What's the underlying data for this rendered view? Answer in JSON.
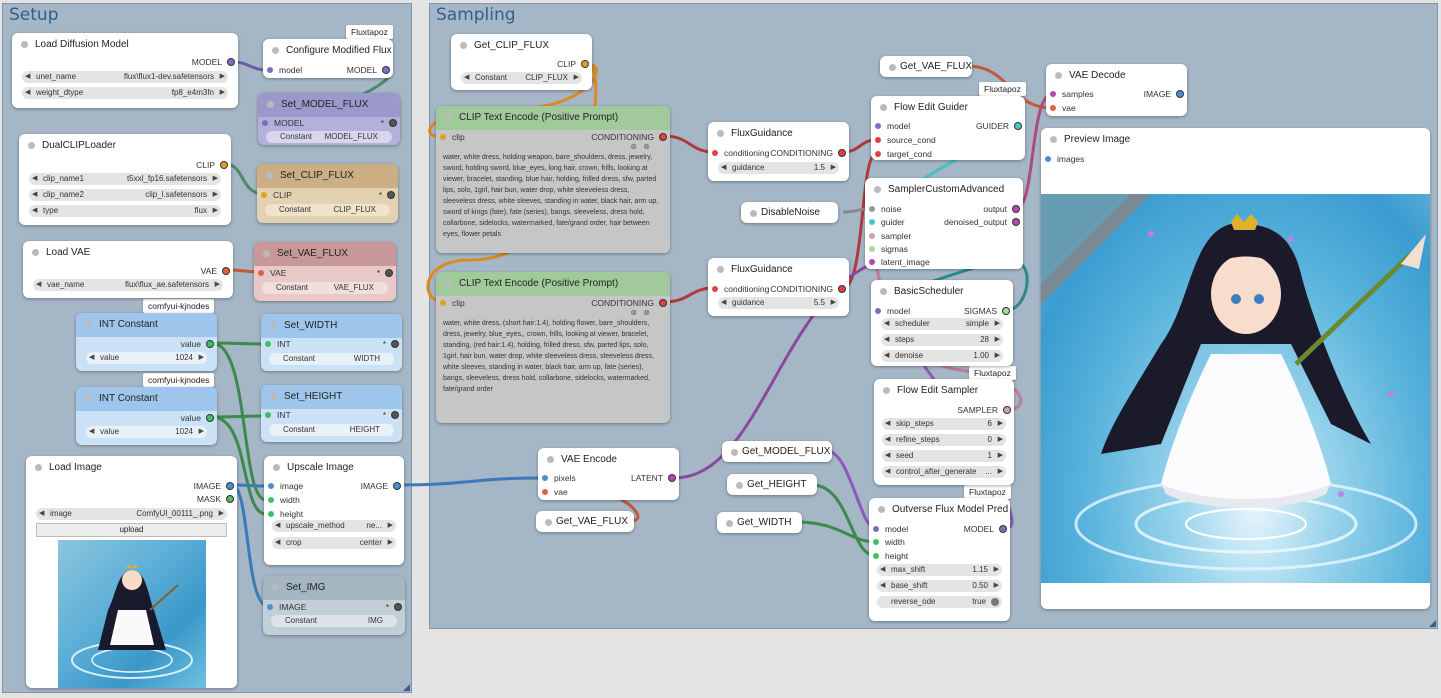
{
  "groups": {
    "setup": "Setup",
    "sampling": "Sampling"
  },
  "tags": {
    "fluxtapoz": "Fluxtapoz",
    "kjnodes": "comfyui-kjnodes"
  },
  "nodes": {
    "load_diffusion": {
      "title": "Load Diffusion Model",
      "out": "MODEL",
      "unet_name": "unet_name",
      "unet_val": "flux\\flux1-dev.safetensors",
      "dtype_name": "weight_dtype",
      "dtype_val": "fp8_e4m3fn"
    },
    "configure_flux": {
      "title": "Configure Modified Flux",
      "in": "model",
      "out": "MODEL"
    },
    "set_model": {
      "title": "Set_MODEL_FLUX",
      "in": "MODEL",
      "star": "*",
      "const": "Constant",
      "const_val": "MODEL_FLUX"
    },
    "dualclip": {
      "title": "DualCLIPLoader",
      "out": "CLIP",
      "c1": "clip_name1",
      "c1v": "t5xxl_fp16.safetensors",
      "c2": "clip_name2",
      "c2v": "clip_l.safetensors",
      "t": "type",
      "tv": "flux"
    },
    "set_clip": {
      "title": "Set_CLIP_FLUX",
      "in": "CLIP",
      "star": "*",
      "const": "Constant",
      "const_val": "CLIP_FLUX"
    },
    "load_vae": {
      "title": "Load VAE",
      "out": "VAE",
      "name": "vae_name",
      "val": "flux\\flux_ae.safetensors"
    },
    "set_vae": {
      "title": "Set_VAE_FLUX",
      "in": "VAE",
      "star": "*",
      "const": "Constant",
      "const_val": "VAE_FLUX"
    },
    "int1": {
      "title": "INT Constant",
      "out": "value",
      "name": "value",
      "val": "1024"
    },
    "set_width": {
      "title": "Set_WIDTH",
      "in": "INT",
      "star": "*",
      "const": "Constant",
      "const_val": "WIDTH"
    },
    "int2": {
      "title": "INT Constant",
      "out": "value",
      "name": "value",
      "val": "1024"
    },
    "set_height": {
      "title": "Set_HEIGHT",
      "in": "INT",
      "star": "*",
      "const": "Constant",
      "const_val": "HEIGHT"
    },
    "load_image": {
      "title": "Load Image",
      "out1": "IMAGE",
      "out2": "MASK",
      "name": "image",
      "val": "ComfyUI_00111_.png",
      "upload": "upload"
    },
    "upscale": {
      "title": "Upscale Image",
      "in1": "image",
      "in2": "width",
      "in3": "height",
      "out": "IMAGE",
      "m": "upscale_method",
      "mv": "ne...",
      "c": "crop",
      "cv": "center"
    },
    "set_img": {
      "title": "Set_IMG",
      "in": "IMAGE",
      "star": "*",
      "const": "Constant",
      "const_val": "IMG"
    },
    "get_clip": {
      "title": "Get_CLIP_FLUX",
      "out": "CLIP",
      "const": "Constant",
      "const_val": "CLIP_FLUX"
    },
    "clip_pos1": {
      "title": "CLIP Text Encode (Positive Prompt)",
      "in": "clip",
      "out": "CONDITIONING",
      "text": "water, white dress, holding weapon, bare_shoulders, dress, jewelry, sword, holding sword, blue_eyes, long hair, crown, frills, looking at viewer, bracelet, standing, blue hair, holding, frilled dress, sfw, parted lips, solo, 1girl, hair bun, water drop, white sleeveless dress, sleeveless dress, white sleeves, standing in water, black hair, arm up, sword of kings (fate), fate (series), bangs, sleeveless, dress hold, collarbone, sidelocks, watermarked, fate/grand order, hair between eyes, flower petals"
    },
    "clip_pos2": {
      "title": "CLIP Text Encode (Positive Prompt)",
      "in": "clip",
      "out": "CONDITIONING",
      "text": "water, white dress,  (short hair:1.4), holding flower, bare_shoulders, dress, jewelry, blue_eyes,, crown, frills, looking at viewer, bracelet, standing, (red hair:1.4), holding, frilled dress, sfw, parted lips, solo, 1girl, hair bun, water drop, white sleeveless dress, sleeveless dress, white sleeves, standing in water, black hair, arm up, fate (series), bangs, sleeveless, dress hold, collarbone, sidelocks, watermarked, fate/grand order"
    },
    "flux_guid1": {
      "title": "FluxGuidance",
      "in": "conditioning",
      "out": "CONDITIONING",
      "name": "guidance",
      "val": "1.5"
    },
    "flux_guid2": {
      "title": "FluxGuidance",
      "in": "conditioning",
      "out": "CONDITIONING",
      "name": "guidance",
      "val": "5.5"
    },
    "get_vae1": {
      "title": "Get_VAE_FLUX"
    },
    "flow_guider": {
      "title": "Flow Edit Guider",
      "in1": "model",
      "in2": "source_cond",
      "in3": "target_cond",
      "out": "GUIDER"
    },
    "vae_decode": {
      "title": "VAE Decode",
      "in1": "samples",
      "in2": "vae",
      "out": "IMAGE"
    },
    "preview": {
      "title": "Preview Image",
      "in": "images"
    },
    "disable_noise": {
      "title": "DisableNoise"
    },
    "sampler_adv": {
      "title": "SamplerCustomAdvanced",
      "in1": "noise",
      "in2": "guider",
      "in3": "sampler",
      "in4": "sigmas",
      "in5": "latent_image",
      "out1": "output",
      "out2": "denoised_output"
    },
    "basic_sched": {
      "title": "BasicScheduler",
      "in": "model",
      "out": "SIGMAS",
      "s": "scheduler",
      "sv": "simple",
      "st": "steps",
      "stv": "28",
      "d": "denoise",
      "dv": "1.00"
    },
    "flow_sampler": {
      "title": "Flow Edit Sampler",
      "out": "SAMPLER",
      "a": "skip_steps",
      "av": "6",
      "b": "refine_steps",
      "bv": "0",
      "c": "seed",
      "cv": "1",
      "d": "control_after_generate",
      "dv": "..."
    },
    "vae_encode": {
      "title": "VAE Encode",
      "in1": "pixels",
      "in2": "vae",
      "out": "LATENT"
    },
    "get_vae2": {
      "title": "Get_VAE_FLUX"
    },
    "get_model": {
      "title": "Get_MODEL_FLUX"
    },
    "get_height": {
      "title": "Get_HEIGHT"
    },
    "get_width": {
      "title": "Get_WIDTH"
    },
    "outverse": {
      "title": "Outverse Flux Model Pred",
      "in1": "model",
      "in2": "width",
      "in3": "height",
      "out": "MODEL",
      "a": "max_shift",
      "av": "1.15",
      "b": "base_shift",
      "bv": "0.50",
      "c": "reverse_ode",
      "cv": "true"
    }
  }
}
